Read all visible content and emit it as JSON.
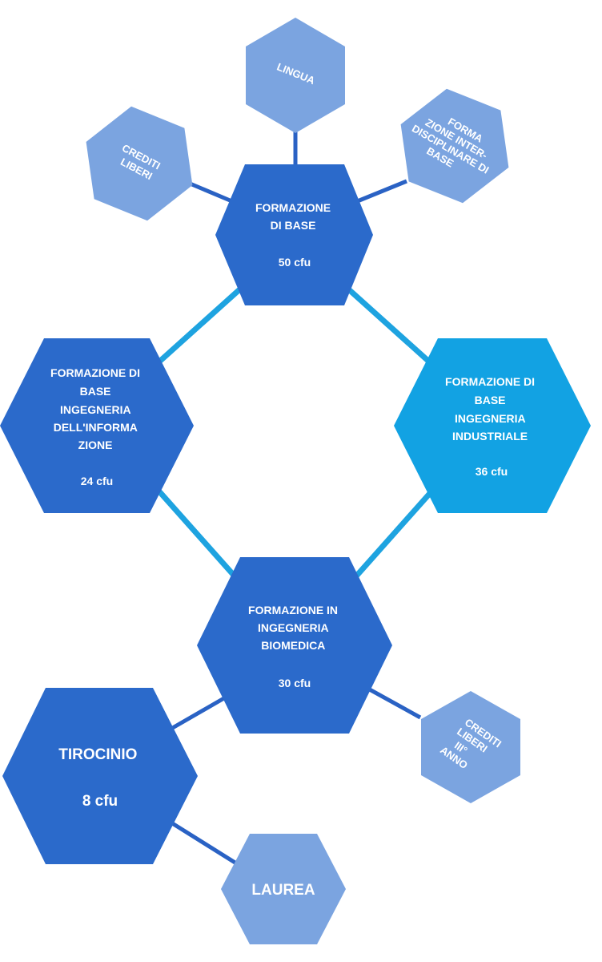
{
  "colors": {
    "main": "#2b6acb",
    "light": "#7ba4e0",
    "industrial": "#12a2e3",
    "connector_light": "#1ea3e0",
    "connector_dark": "#2a62c4"
  },
  "nodes": {
    "lingua": {
      "lines": [
        "LINGUA"
      ]
    },
    "crediti_liberi": {
      "lines": [
        "CREDITI",
        "LIBERI"
      ]
    },
    "formazione_interdisciplinare": {
      "lines": [
        "FORMA",
        "ZIONE INTER-",
        "DISCIPLINARE DI",
        "BASE"
      ]
    },
    "formazione_base": {
      "lines": [
        "FORMAZIONE",
        "DI BASE"
      ],
      "cfu": "50 cfu"
    },
    "ing_informazione": {
      "lines": [
        "FORMAZIONE DI",
        "BASE",
        "INGEGNERIA",
        "DELL'INFORMA",
        "ZIONE"
      ],
      "cfu": "24 cfu"
    },
    "ing_industriale": {
      "lines": [
        "FORMAZIONE DI",
        "BASE",
        "INGEGNERIA",
        "INDUSTRIALE"
      ],
      "cfu": "36 cfu"
    },
    "ing_biomedica": {
      "lines": [
        "FORMAZIONE IN",
        "INGEGNERIA",
        "BIOMEDICA"
      ],
      "cfu": "30 cfu"
    },
    "tirocinio": {
      "lines": [
        "TIROCINIO"
      ],
      "cfu": "8 cfu"
    },
    "crediti_liberi_3": {
      "lines": [
        "CREDITI",
        "LIBERI",
        "III°",
        "ANNO"
      ]
    },
    "laurea": {
      "lines": [
        "LAUREA"
      ]
    }
  }
}
